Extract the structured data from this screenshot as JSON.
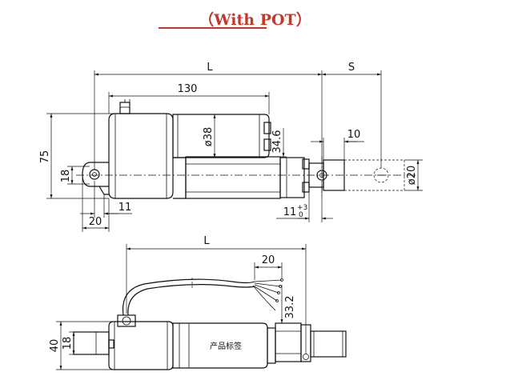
{
  "title": "（With POT）",
  "top_view": {
    "dim_L": "L",
    "dim_S": "S",
    "dim_130": "130",
    "dim_75": "75",
    "dim_18": "18",
    "dim_dia38": "ø38",
    "dim_34_6": "34.6",
    "dim_10": "10",
    "dim_dia20": "ø20",
    "dim_11": "11",
    "dim_20": "20",
    "dim_11_tol": "11",
    "tol_upper": "+3",
    "tol_lower": "0"
  },
  "bottom_view": {
    "dim_L": "L",
    "dim_20": "20",
    "dim_33_2": "33.2",
    "dim_40": "40",
    "dim_18": "18",
    "label": "产品标签"
  }
}
